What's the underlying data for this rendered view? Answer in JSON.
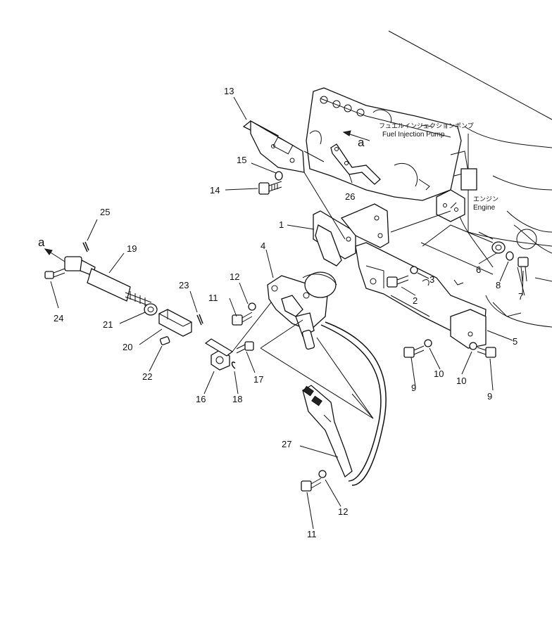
{
  "diagram": {
    "view_ref": "a",
    "labels": {
      "fuel_pump_jp": "フュエルインジェクションポンプ",
      "fuel_pump_en": "Fuel Injection Pump",
      "engine_jp": "エンジン",
      "engine_en": "Engine"
    },
    "callouts": {
      "c1": "1",
      "c2": "2",
      "c3": "3",
      "c4": "4",
      "c5": "5",
      "c6": "6",
      "c7": "7",
      "c8": "8",
      "c9a": "9",
      "c9b": "9",
      "c10a": "10",
      "c10b": "10",
      "c11a": "11",
      "c11b": "11",
      "c12a": "12",
      "c12b": "12",
      "c13": "13",
      "c14": "14",
      "c15": "15",
      "c16": "16",
      "c17": "17",
      "c18": "18",
      "c19": "19",
      "c20": "20",
      "c21": "21",
      "c22": "22",
      "c23": "23",
      "c24": "24",
      "c25": "25",
      "c26": "26",
      "c27": "27"
    }
  }
}
